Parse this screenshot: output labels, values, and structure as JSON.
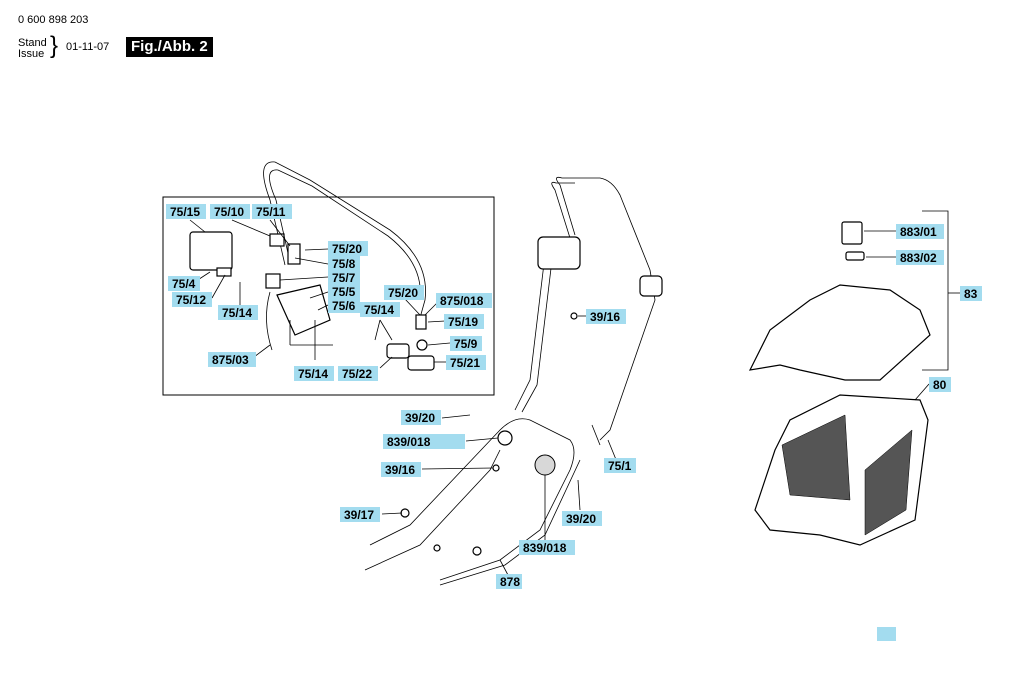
{
  "header": {
    "doc_number": "0 600 898 203",
    "stand": "Stand",
    "issue": "Issue",
    "date": "01-11-07",
    "fig_label": "Fig./Abb. 2"
  },
  "labels": {
    "p75_15": "75/15",
    "p75_10": "75/10",
    "p75_11": "75/11",
    "p75_20a": "75/20",
    "p75_8": "75/8",
    "p75_7": "75/7",
    "p75_5": "75/5",
    "p75_6": "75/6",
    "p75_4": "75/4",
    "p75_12": "75/12",
    "p75_14a": "75/14",
    "p875_03": "875/03",
    "p75_14b": "75/14",
    "p75_20b": "75/20",
    "p875_018": "875/018",
    "p75_14c": "75/14",
    "p75_19": "75/19",
    "p75_9": "75/9",
    "p75_22": "75/22",
    "p75_21": "75/21",
    "p39_16a": "39/16",
    "p39_20a": "39/20",
    "p839_018a": "839/018",
    "p39_16b": "39/16",
    "p39_17": "39/17",
    "p839_018b": "839/018",
    "p39_20b": "39/20",
    "p75_1": "75/1",
    "p878": "878",
    "p883_01": "883/01",
    "p883_02": "883/02",
    "p83": "83",
    "p80": "80"
  },
  "colors": {
    "label_bg": "#a3dcef",
    "fig_bg": "#000000",
    "fig_text": "#ffffff"
  }
}
